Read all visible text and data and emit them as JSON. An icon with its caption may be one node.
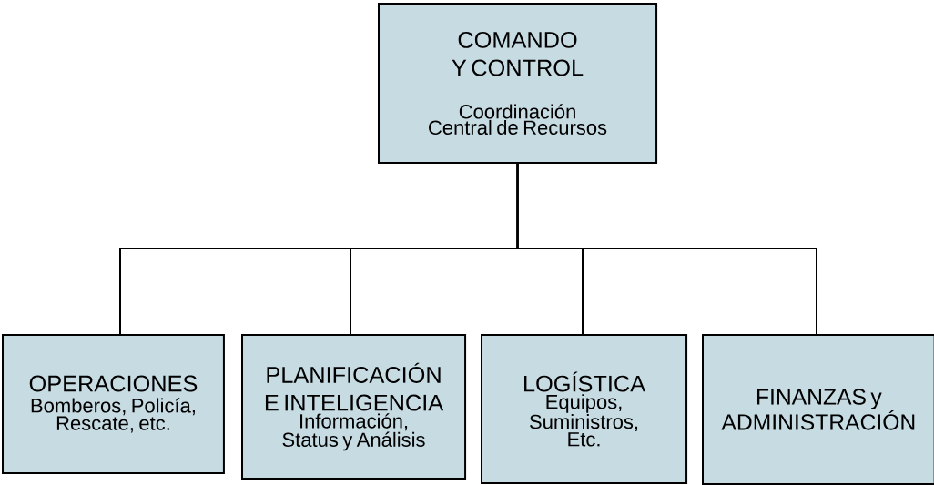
{
  "diagram": {
    "nodes": [
      {
        "text": [
          "COMANDO Y CONTROL",
          "Coordinación Central de Recursos"
        ]
      },
      {
        "text": [
          "OPERACIONES",
          "Bomberos, Policía, Rescate, etc."
        ]
      },
      {
        "text": [
          "PLANIFICACIÓN E INTELIGENCIA",
          "Información, Status y Análisis"
        ]
      },
      {
        "text": [
          "LOGÍSTICA",
          "Equipos, Suministros, Etc."
        ]
      },
      {
        "text": [
          "FINANZAS y ADMINISTRACIÓN"
        ]
      }
    ],
    "edges": [
      {
        "from": 0,
        "to": 1,
        "arrow": "none"
      },
      {
        "from": 0,
        "to": 2,
        "arrow": "none"
      },
      {
        "from": 0,
        "to": 3,
        "arrow": "none"
      },
      {
        "from": 0,
        "to": 4,
        "arrow": "none"
      }
    ]
  }
}
